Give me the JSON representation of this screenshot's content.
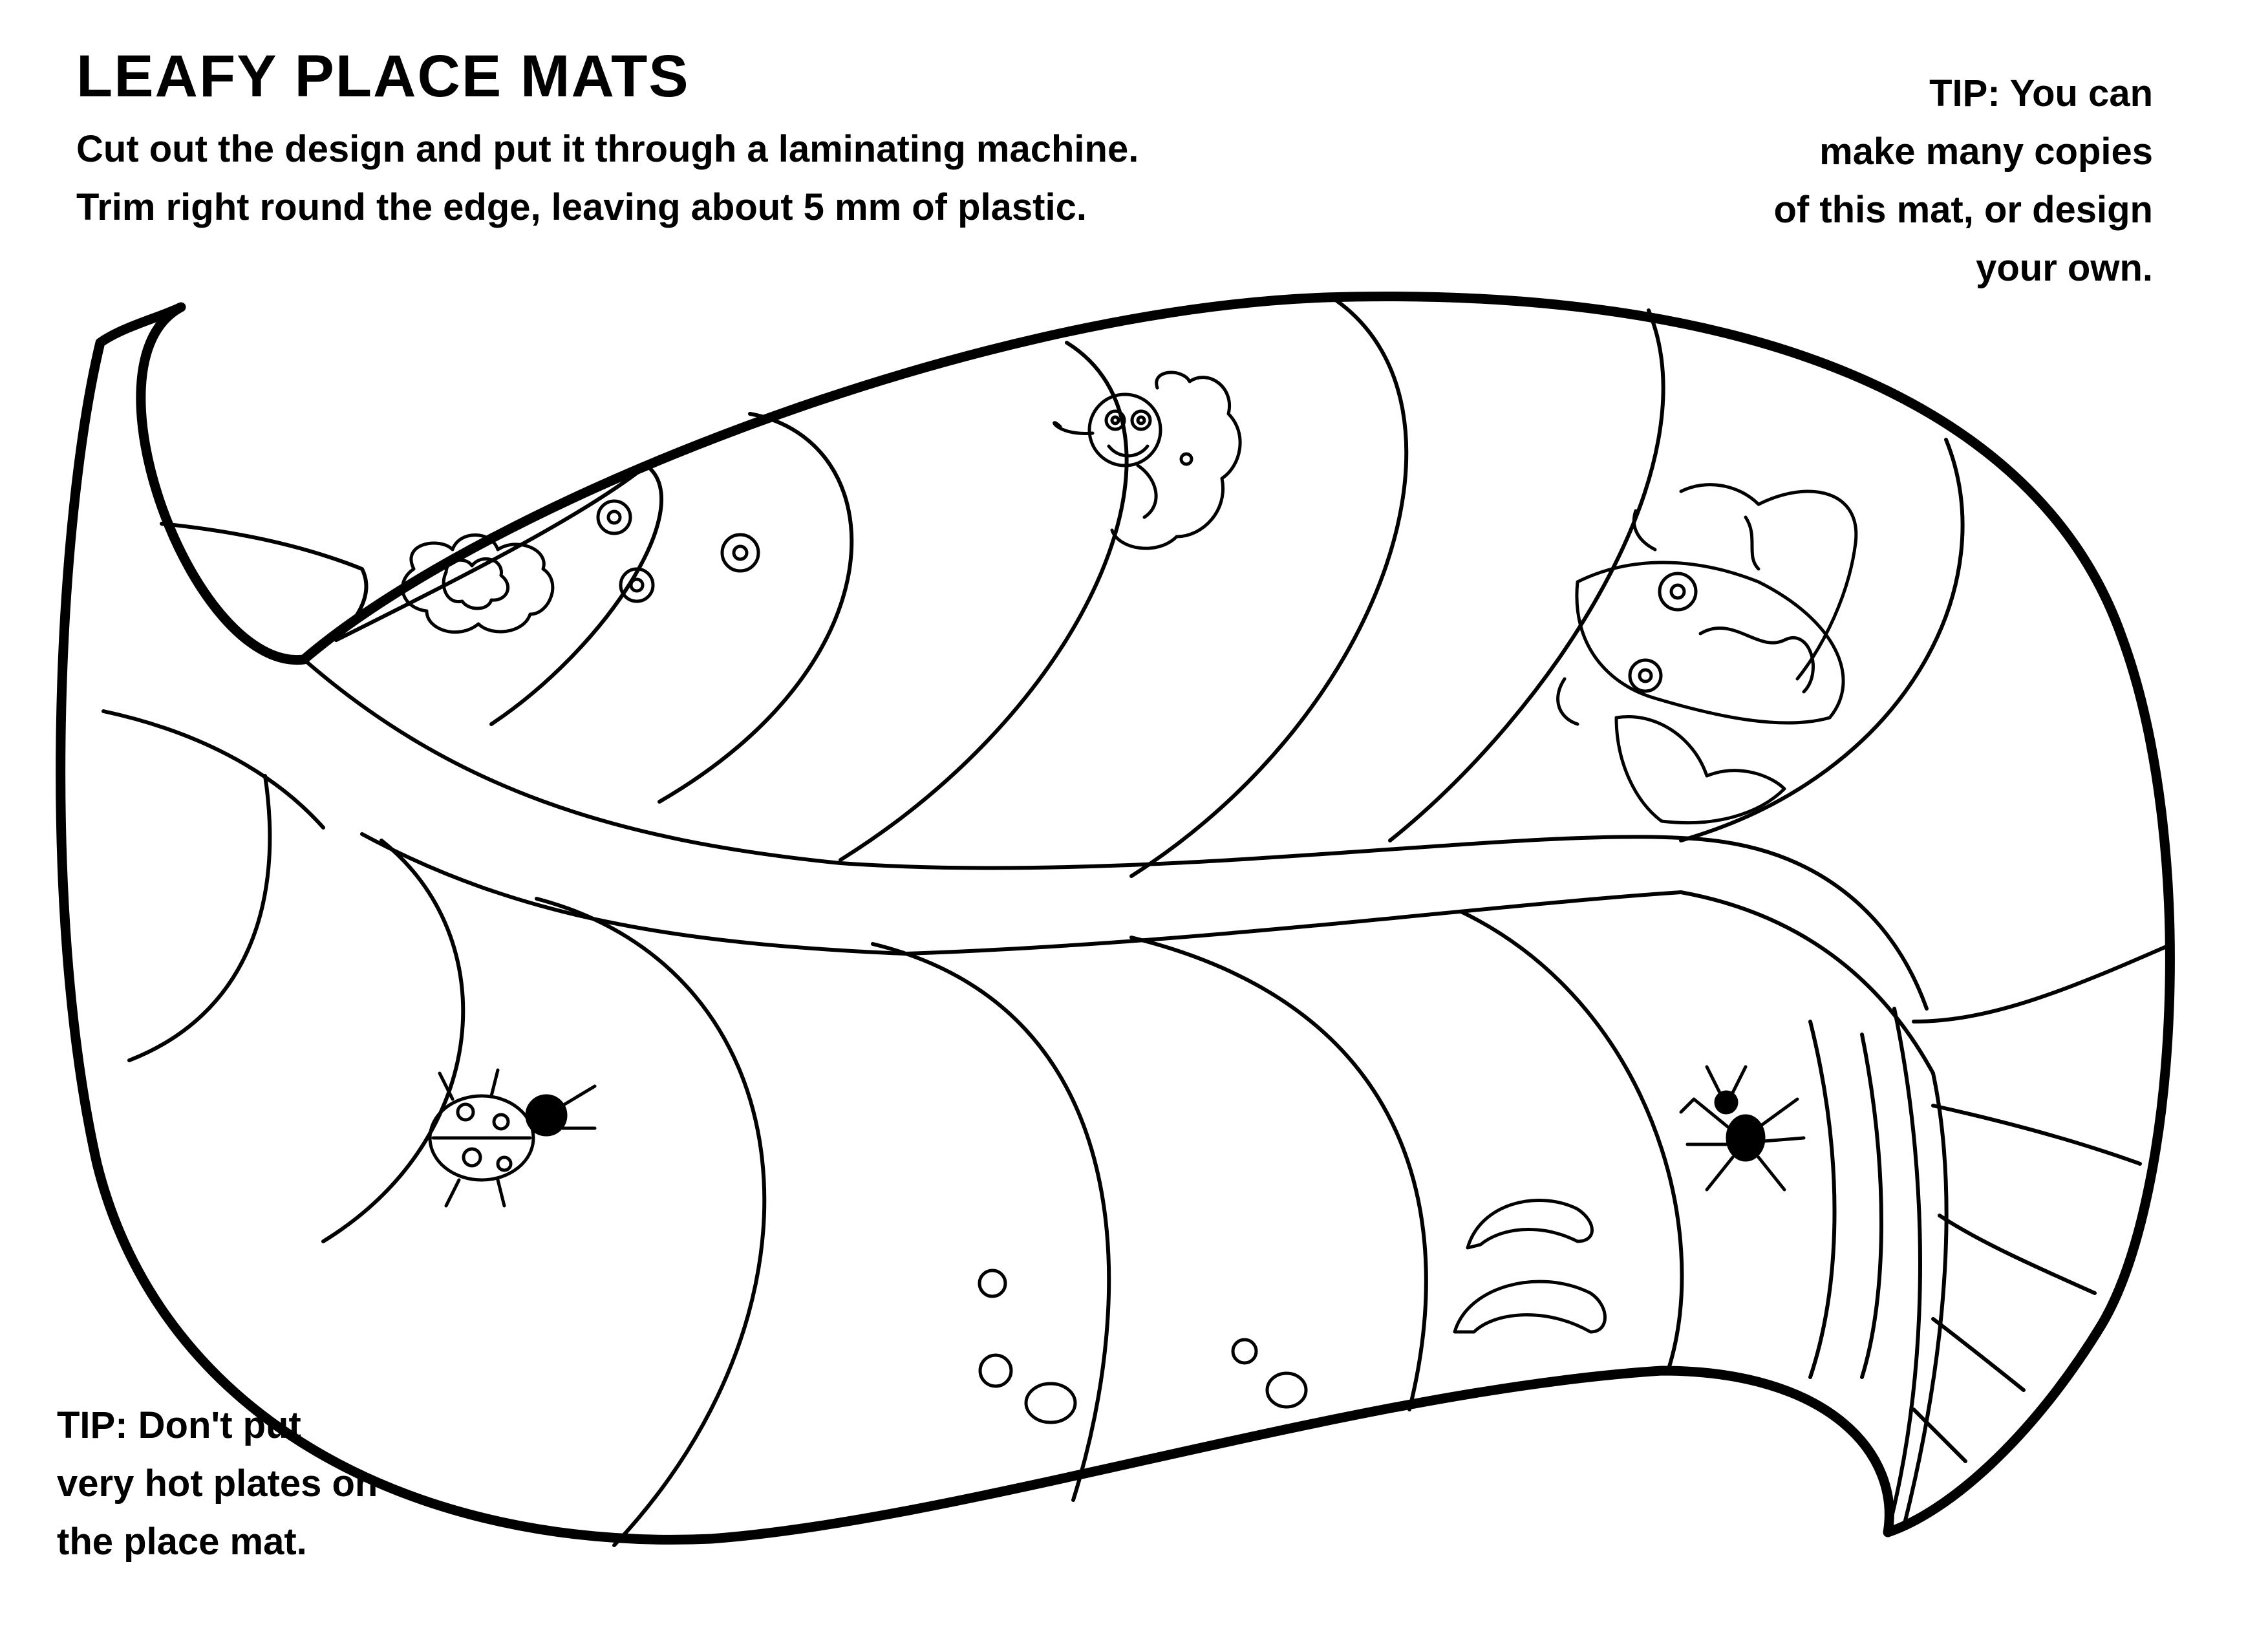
{
  "heading": {
    "title": "LEAFY PLACE MATS"
  },
  "instructions": {
    "line1": "Cut out the design and put it through a laminating machine.",
    "line2": "Trim right round the edge, leaving about 5 mm of plastic."
  },
  "tip_top_right": {
    "line1": "TIP: You can",
    "line2": "make many copies",
    "line3": "of this mat, or design",
    "line4": "your own."
  },
  "tip_bottom_left": {
    "line1": "TIP: Don't put",
    "line2": "very hot plates on",
    "line3": "the place mat."
  },
  "artwork": {
    "subject": "leaf-shaped place mat outline",
    "creatures": [
      "caterpillar",
      "butterfly",
      "ladybird",
      "spider"
    ],
    "line_color": "#000000",
    "background_color": "#ffffff"
  }
}
